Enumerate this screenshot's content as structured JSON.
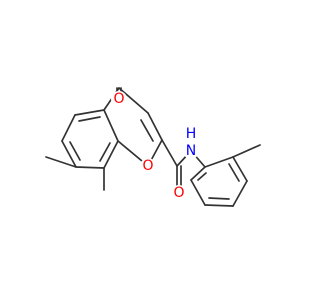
{
  "molecule": {
    "atoms": {
      "carbonyl_oxygen": "O",
      "ring_oxygen": "O",
      "amide_oxygen": "O",
      "amide_nitrogen": "N",
      "amide_hydrogen": "H"
    },
    "colors": {
      "bond": "#333333",
      "oxygen": "#ff0000",
      "nitrogen": "#0000ff",
      "carbon": "#333333"
    }
  }
}
